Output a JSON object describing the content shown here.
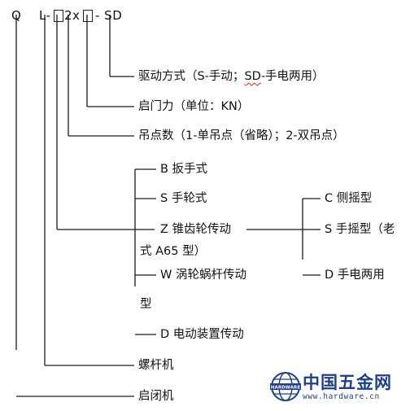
{
  "model_code": {
    "q": "Q",
    "l": "L-",
    "x": "2x",
    "sd": "- SD"
  },
  "labels": {
    "drive": "驱动方式（S-手动；",
    "drive_sd": "SD",
    "drive_end": "-手电两用）",
    "force": "启门力（单位：KN）",
    "lift_points": "吊点数（1-单吊点（省略）；2-双吊点）",
    "b": "B 扳手式",
    "s": "S 手轮式",
    "z": "Z 锥齿轮传动",
    "c": "C 侧摇型",
    "s_crank_1": "S 手摇型（老",
    "s_crank_2": "式 A65 型）",
    "w": "W 涡轮蜗杆传动",
    "d_hand": "D  手电两用",
    "w_tail": "型",
    "d_electric": "D 电动装置传动",
    "screw": "螺杆机",
    "hoist": "启闭机"
  },
  "watermark": {
    "cn": "中国五金网",
    "url": "www.hardware.cn",
    "globe_text": "HARDWARE"
  }
}
